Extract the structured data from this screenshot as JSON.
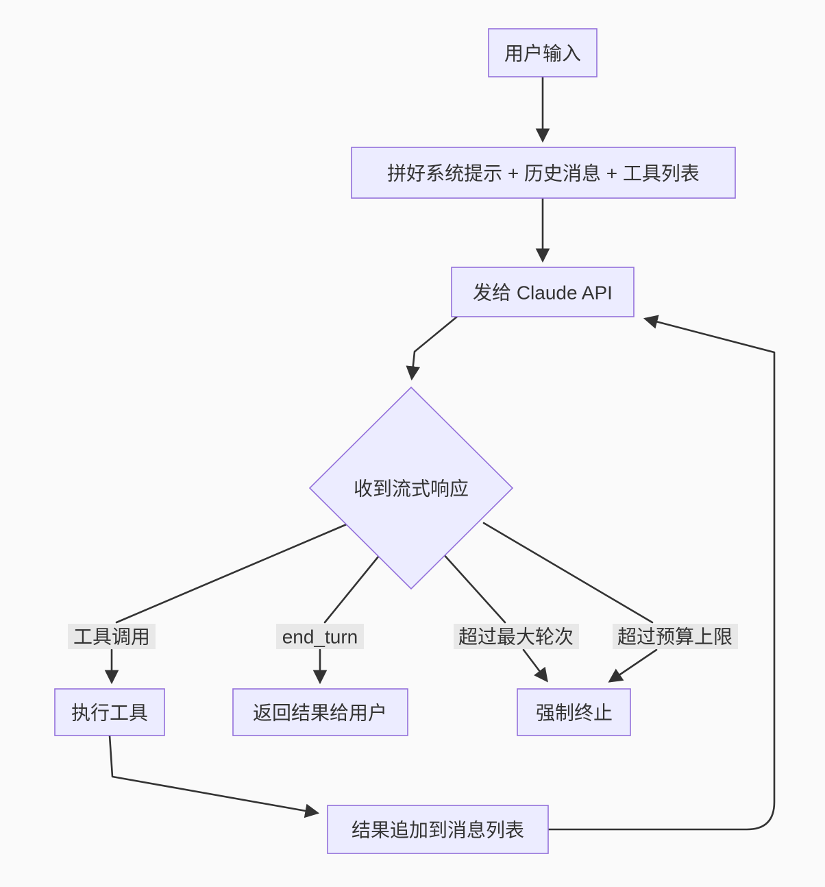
{
  "diagram": {
    "title": "Agent loop flowchart",
    "colors": {
      "background": "#fafafa",
      "node_fill": "#ECECFF",
      "node_border": "#9370DB",
      "edge_color": "#333333",
      "edge_label_bg": "#e8e8e8",
      "text": "#333333"
    },
    "nodes": {
      "user_input": "用户输入",
      "assemble": "拼好系统提示 + 历史消息 + 工具列表",
      "send_api": "发给 Claude API",
      "stream_response": "收到流式响应",
      "execute_tool": "执行工具",
      "return_result": "返回结果给用户",
      "force_stop": "强制终止",
      "append_result": "结果追加到消息列表"
    },
    "edge_labels": {
      "tool_call": "工具调用",
      "end_turn": "end_turn",
      "max_turns": "超过最大轮次",
      "budget_limit": "超过预算上限"
    }
  }
}
